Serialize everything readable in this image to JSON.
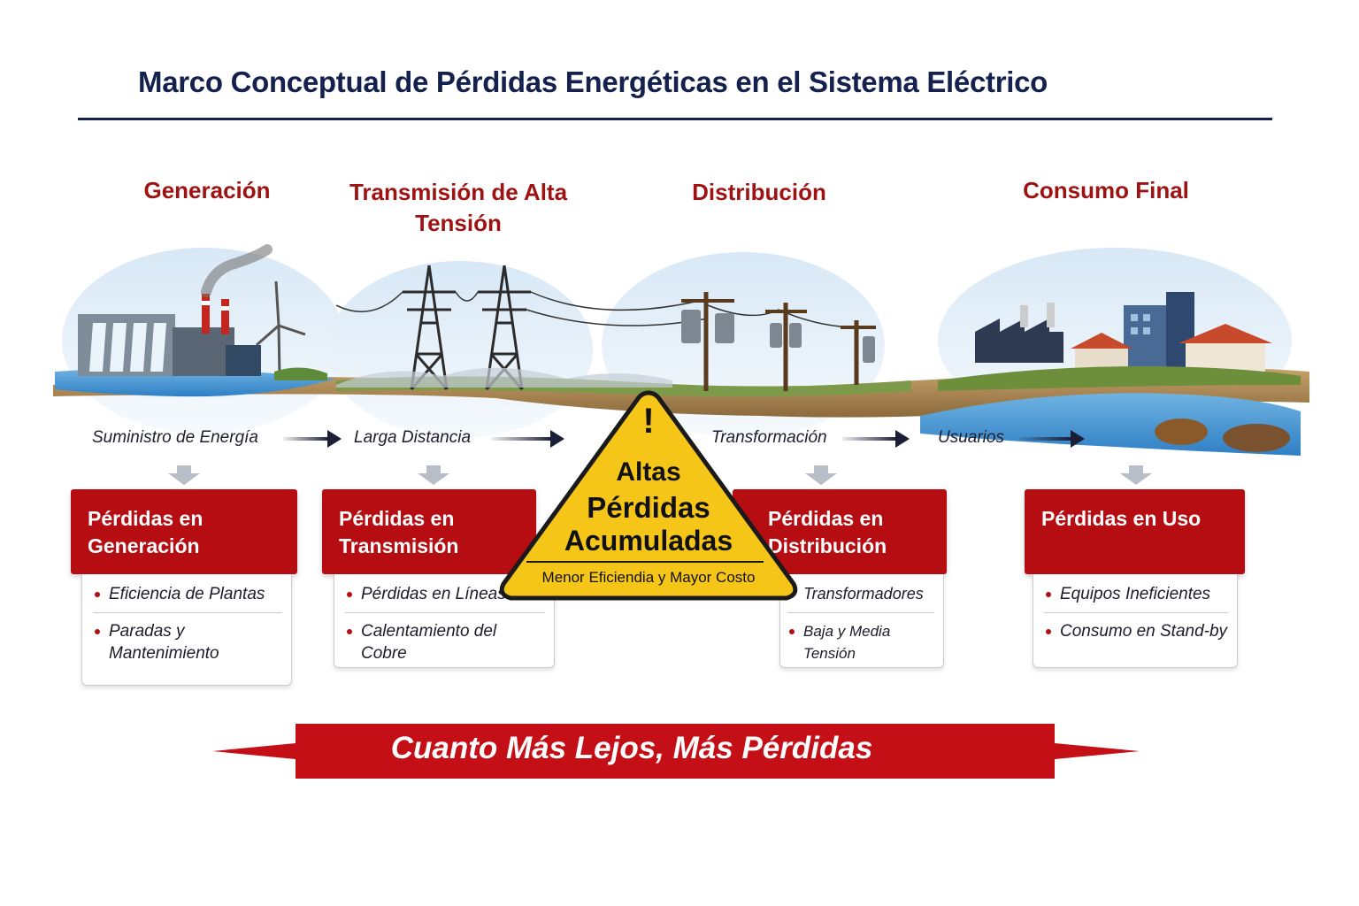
{
  "title": "Marco Conceptual de Pérdidas Energéticas en el Sistema Eléctrico",
  "colors": {
    "navy": "#14214f",
    "red": "#b50d12",
    "stage_red": "#9e1212",
    "warning_yellow": "#f5c518"
  },
  "stages": [
    {
      "name": "Generación",
      "icon": "power-plant-scene",
      "flow_label": "Suministro de Energía",
      "loss_title": "Pérdidas en Generación",
      "bullets": [
        "Eficiencia de Plantas",
        "Paradas y Mantenimiento"
      ]
    },
    {
      "name": "Transmisión de Alta Tensión",
      "icon": "transmission-tower-scene",
      "flow_label": "Larga Distancia",
      "loss_title": "Pérdidas en Transmisión",
      "bullets": [
        "Pérdidas en Líneas",
        "Calentamiento del Cobre"
      ]
    },
    {
      "name": "Distribución",
      "icon": "distribution-pole-scene",
      "flow_label": "Transformación",
      "loss_title": "Pérdidas en Distribución",
      "bullets": [
        "Transformadores",
        "Baja y Media Tensión"
      ]
    },
    {
      "name": "Consumo Final",
      "icon": "city-consumers-scene",
      "flow_label": "Usuarios",
      "loss_title": "Pérdidas en Uso",
      "bullets": [
        "Equipos Ineficientes",
        "Consumo en Stand-by"
      ]
    }
  ],
  "warning": {
    "icon": "exclamation-icon",
    "line1": "Altas",
    "line2": "Pérdidas",
    "line3": "Acumuladas",
    "subtitle": "Menor Eficiendia y Mayor Costo"
  },
  "banner": "Cuanto Más Lejos, Más Pérdidas"
}
